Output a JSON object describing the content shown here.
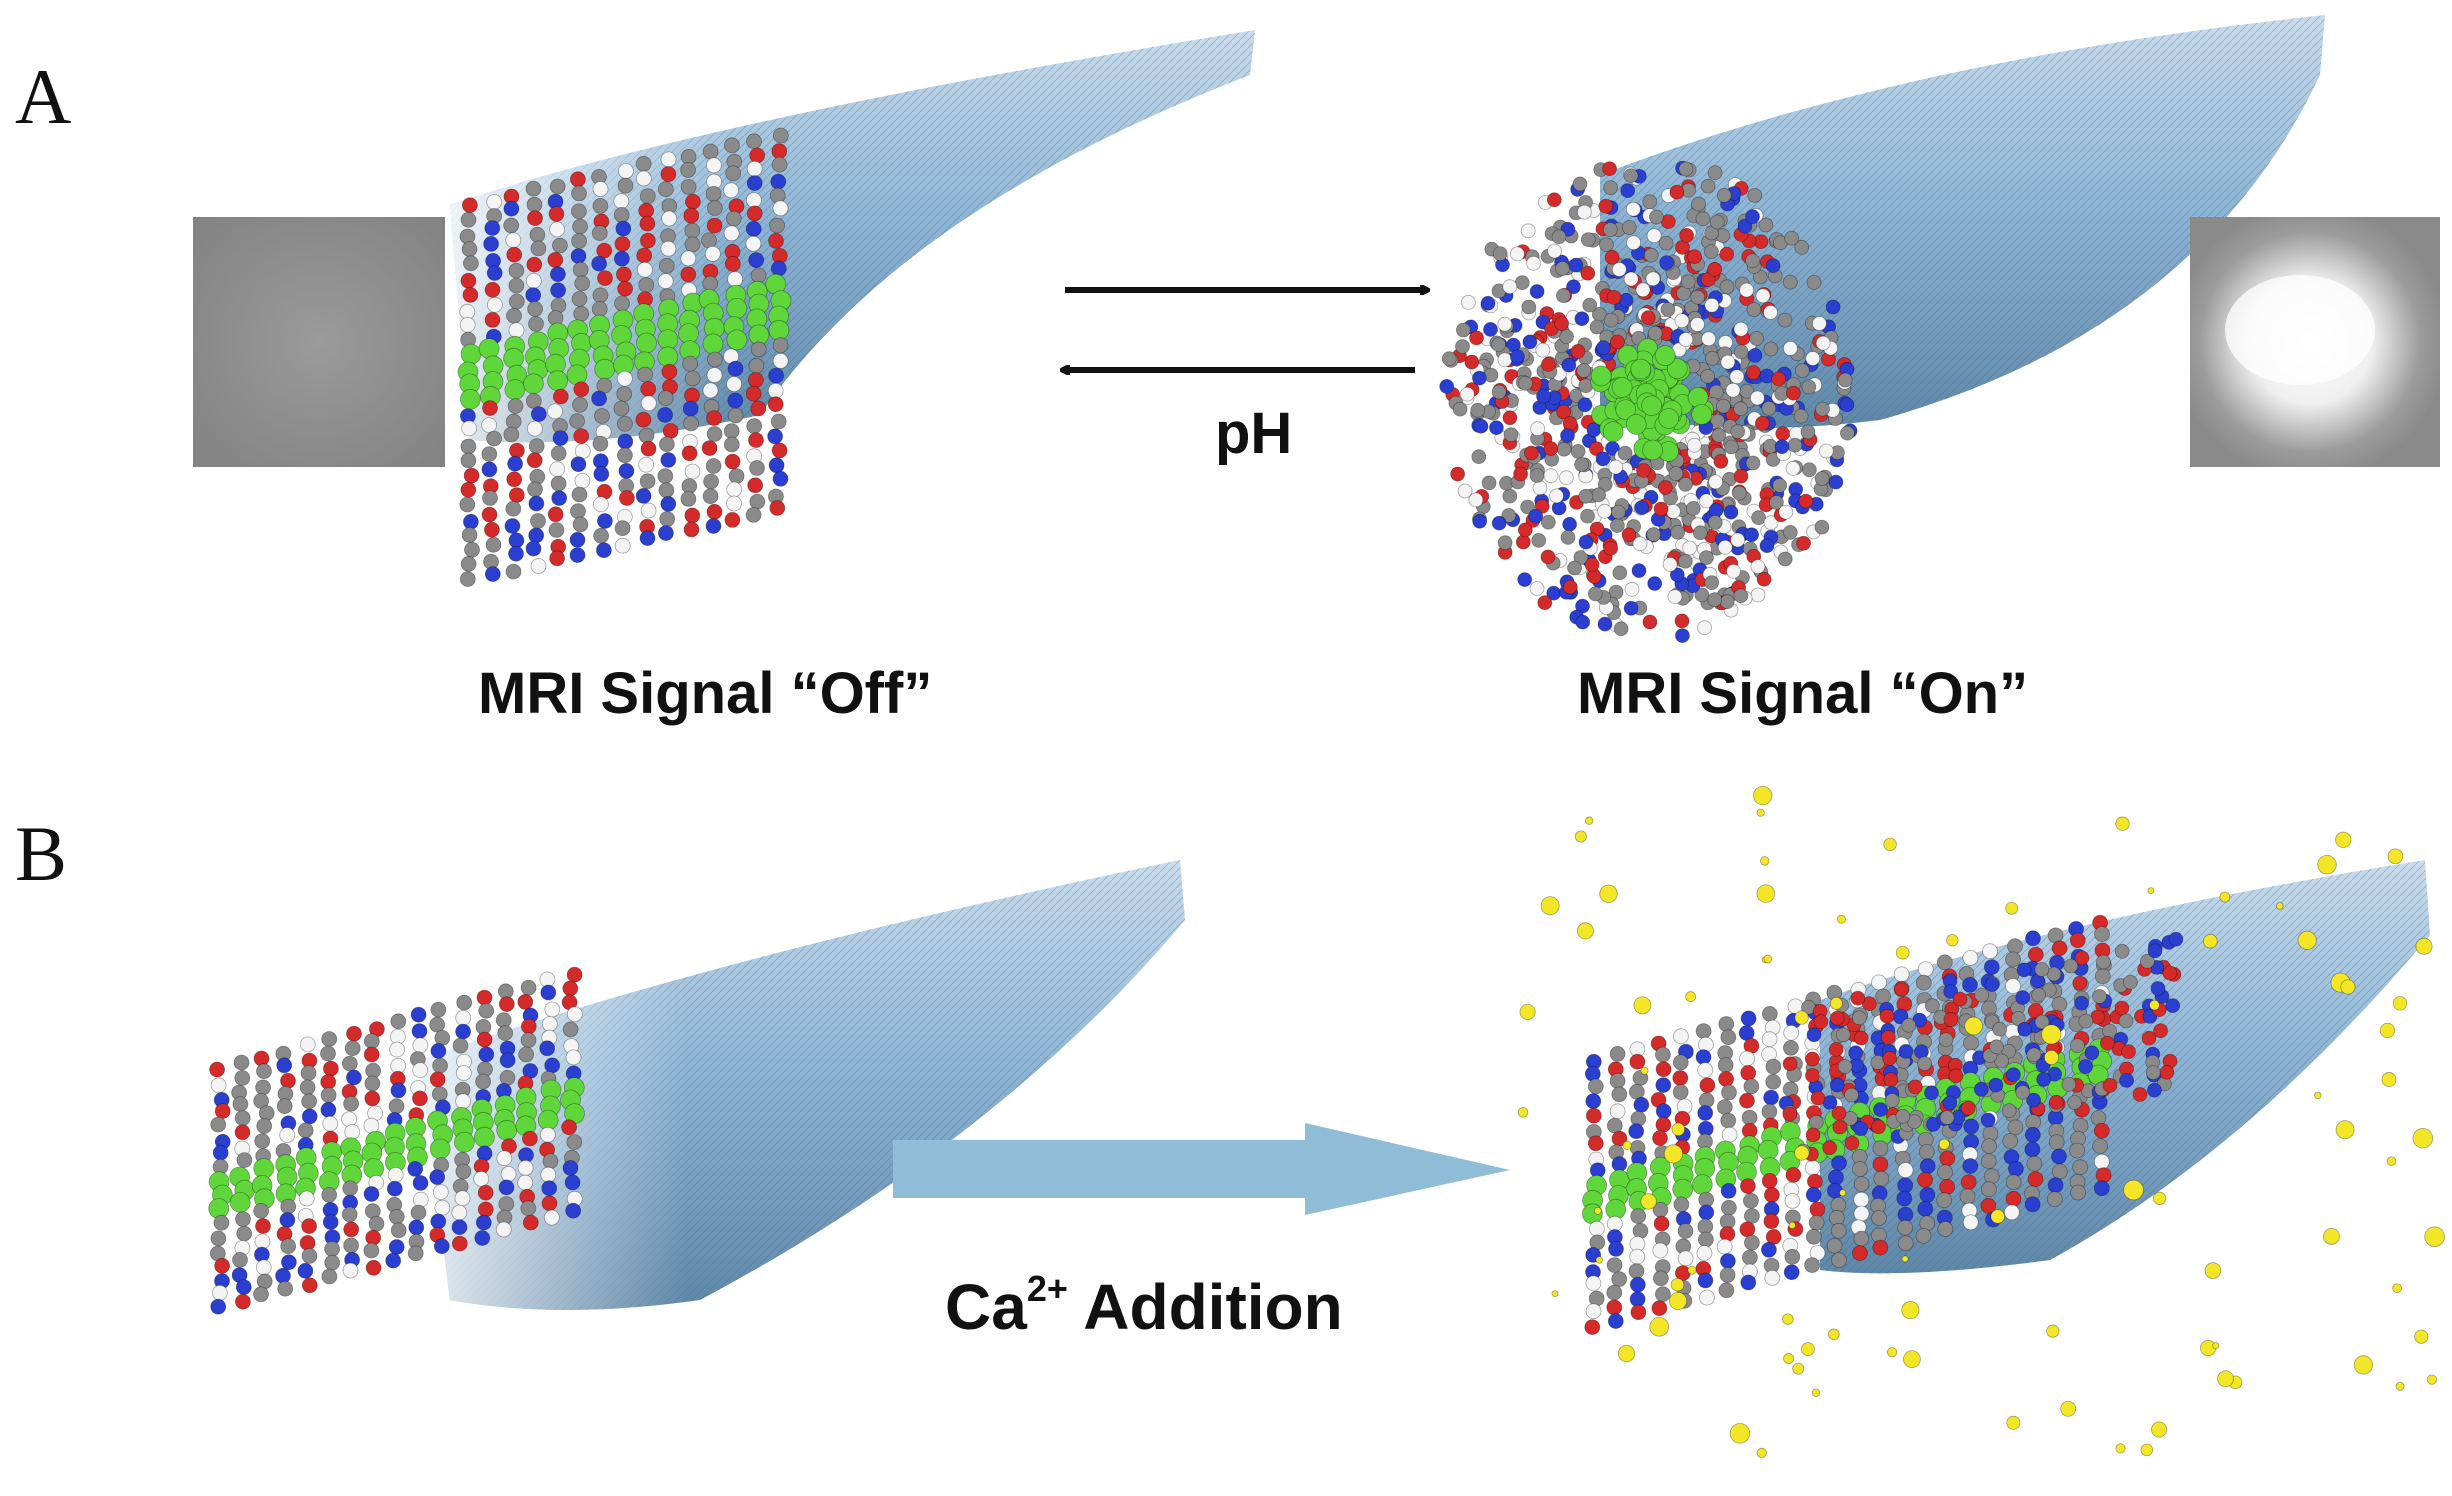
{
  "panels": {
    "a": {
      "letter": "A",
      "left_caption": "MRI Signal  “Off”",
      "right_caption": "MRI Signal  “On”",
      "arrow_label": "pH",
      "arrow_type": "reversible equilibrium arrows",
      "mri_images": [
        "dark grey MRI square",
        "bright MRI square"
      ]
    },
    "b": {
      "letter": "B",
      "arrow_label_main": "Ca",
      "arrow_label_sup": "2+",
      "arrow_label_rest": " Addition",
      "arrow_type": "block arrow"
    }
  },
  "colors": {
    "nanofiber": "#8fb6d6",
    "atom_green": "#5fd63a",
    "atom_red": "#d42a2a",
    "atom_blue": "#2a3fd0",
    "atom_grey": "#8a8a8a",
    "calcium_yellow": "#f2e627",
    "block_arrow": "#8fbdd8"
  }
}
